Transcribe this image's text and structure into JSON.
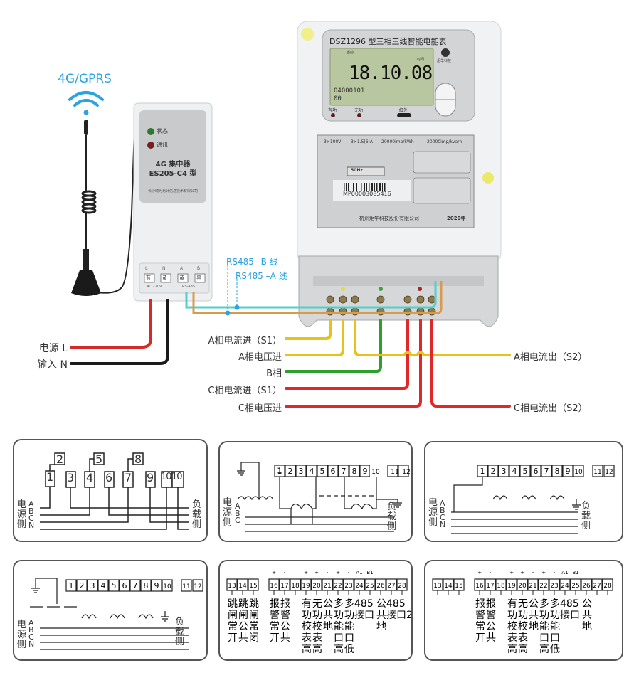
{
  "antenna": {
    "label": "4G/GPRS",
    "icon": "wifi-signal-icon"
  },
  "concentrator": {
    "led_status": "状态",
    "led_comm": "通讯",
    "title": "4G 集中器",
    "model": "ES205-C4 型",
    "company": "长沙瑞为易计信息技术有限公司",
    "terminals": [
      "L",
      "N",
      "A",
      "B"
    ],
    "terminal_marks": [
      "蓝",
      "黄",
      "黄",
      "黑"
    ],
    "terminal_notes": [
      "AC 220V",
      "RS-485"
    ]
  },
  "rs485": {
    "b_label": "RS485 –B 线",
    "a_label": "RS485 –A 线"
  },
  "meter": {
    "title": "DSZ1296 型三相三线智能电能表",
    "lcd_top_left": "当前",
    "lcd_top_right": "时间",
    "lcd_main": "18.10.08",
    "lcd_code": "04000101",
    "lcd_sub": "00",
    "indicator_active": "有功",
    "indicator_reactive": "无功",
    "infrared": "红外",
    "brand": "炬华科技",
    "specs": [
      "3×100V",
      "3×1.5(6)A",
      "20000imp/kWh",
      "20000imp/kvarh"
    ],
    "frequency": "50Hz",
    "serial": "MP00003085416",
    "manufacturer": "杭州炬华科技股份有限公司",
    "year": "2020年"
  },
  "power_input": {
    "l_label": "电源 L",
    "n_label": "输入 N"
  },
  "wire_labels_left": [
    "A相电流进（S1）",
    "A相电压进",
    "B相",
    "C相电流进（S1）",
    "C相电压进"
  ],
  "wire_labels_right": [
    "A相电流出（S2）",
    "C相电流出（S2）"
  ],
  "colors": {
    "phase_a": "#e6c21a",
    "phase_b": "#2e9e2e",
    "phase_c": "#e02828",
    "neutral": "#222222",
    "rs485_a": "#d89a4c",
    "rs485_b": "#4fd0cc",
    "accent": "#2aa3e0"
  },
  "diagrams": {
    "source_side": "电源侧",
    "load_side": "负载侧",
    "phases4": [
      "A",
      "B",
      "C",
      "N"
    ],
    "phases3": [
      "A",
      "B",
      "C"
    ],
    "d1_terminals": [
      "1",
      "2",
      "3",
      "4",
      "5",
      "6",
      "7",
      "8",
      "9",
      "10",
      "10"
    ],
    "d12_terminals": [
      "1",
      "2",
      "3",
      "4",
      "5",
      "6",
      "7",
      "8",
      "9",
      "10",
      "11",
      "12"
    ],
    "aux_terminals": [
      "13",
      "14",
      "15",
      "16",
      "17",
      "18",
      "19",
      "20",
      "21",
      "22",
      "23",
      "24",
      "25",
      "26",
      "27",
      "28"
    ],
    "aux_polarity": [
      "+",
      "-",
      "+",
      "+",
      "-",
      "+",
      "-",
      "A1",
      "B1"
    ],
    "aux_labels_full": [
      "跳闸常开",
      "跳闸公共",
      "跳闸常闭",
      "报警常开",
      "报警公共",
      "有功校表高",
      "无功校表高",
      "公共地",
      "多功能口高",
      "多功能口低",
      "485接口",
      "公共地",
      "485接口2"
    ],
    "aux_labels_basic": [
      "报警常开",
      "报警公共",
      "有功校表高",
      "无功校表高",
      "公共地",
      "多功能口高",
      "多功能口低",
      "485接口",
      "公共地"
    ]
  }
}
